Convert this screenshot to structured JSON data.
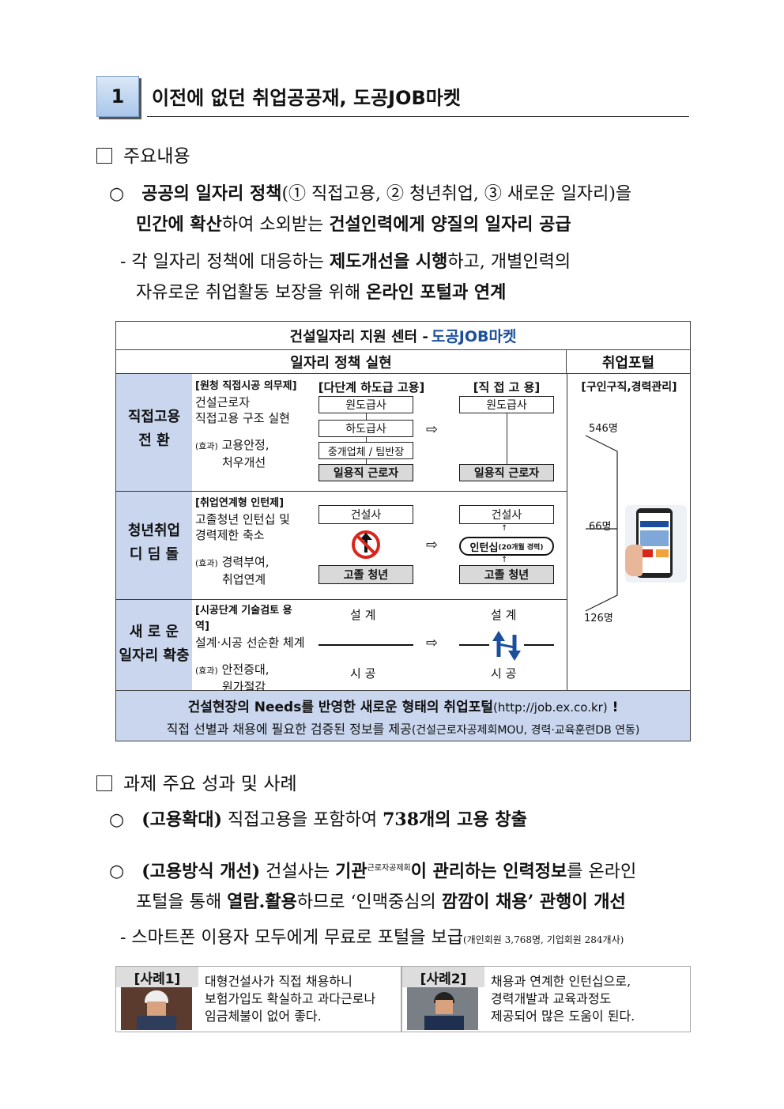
{
  "section": {
    "number": "1",
    "title": "이전에 없던 취업공공재, 도공JOB마켓"
  },
  "main_content": {
    "heading": "주요내용",
    "bullet1": {
      "line1_a": "공공의 일자리 정책",
      "line1_b": "(① 직접고용, ② 청년취업, ③ 새로운 일자리)을",
      "line2_a": "민간에 확산",
      "line2_b": "하여 소외받는 ",
      "line2_c": "건설인력에게 양질의 일자리 공급"
    },
    "sub1": {
      "line1_a": "- 각 일자리 정책에 대응하는 ",
      "line1_b": "제도개선을 시행",
      "line1_c": "하고, 개별인력의",
      "line2_a": "자유로운 취업활동 보장을 위해 ",
      "line2_b": "온라인 포털과 연계"
    }
  },
  "table": {
    "title_a": "건설일자리 지원 센터 - ",
    "title_logo": "도공JOB마켓",
    "col_policy": "일자리 정책 실현",
    "col_portal": "취업포털",
    "portal_sub": "[구인구직,경력관리]",
    "rows": [
      {
        "label1": "직접고용",
        "label2": "전   환",
        "tag": "[원청 직접시공 의무제]",
        "desc1": "건설근로자",
        "desc2": "직접고용 구조 실현",
        "effect_tag": "(효과)",
        "effect1": "고용안정,",
        "effect2": "처우개선",
        "left_head": "[다단계 하도급 고용]",
        "right_head": "[직 접 고 용]",
        "box_a": "원도급사",
        "box_b": "하도급사",
        "box_c": "중개업체 / 팀반장",
        "box_d": "일용직 근로자",
        "box_r1": "원도급사",
        "box_r2": "일용직 근로자",
        "count": "546명"
      },
      {
        "label1": "청년취업",
        "label2": "디 딤 돌",
        "tag": "[취업연계형 인턴제]",
        "desc1": "고졸청년 인턴십 및",
        "desc2": "경력제한 축소",
        "effect_tag": "(효과)",
        "effect1": "경력부여,",
        "effect2": "취업연계",
        "box_a": "건설사",
        "box_b": "고졸 청년",
        "box_r1": "건설사",
        "intern": "인턴십",
        "intern_sub": "(20개월 경력)",
        "box_r2": "고졸 청년",
        "count": "66명"
      },
      {
        "label1": "새 로 운",
        "label2": "일자리 확충",
        "tag": "[시공단계 기술검토 용역]",
        "desc1": "설계·시공 선순환 체계",
        "effect_tag": "(효과)",
        "effect1": "안전증대,",
        "effect2": "원가절감",
        "top_l": "설 계",
        "bot_l": "시 공",
        "top_r": "설 계",
        "bot_r": "시 공",
        "count": "126명"
      }
    ],
    "footer1_a": "건설현장의 Needs를 반영한 새로운 형태의 취업포털",
    "footer1_b": "(http://job.ex.co.kr)",
    "footer1_c": " !",
    "footer2_a": "직접 선별과 채용에 필요한 검증된 정보를 제공",
    "footer2_b": "(건설근로자공제회MOU, 경력·교육훈련DB 연동)",
    "arrow": "⇨"
  },
  "results": {
    "heading": "과제 주요 성과 및 사례",
    "b1_a": "(고용확대)",
    "b1_b": " 직접고용을 포함하여 ",
    "b1_c": "738개의 고용 창출",
    "b2_a": "(고용방식 개선)",
    "b2_b": " 건설사는 ",
    "b2_c": "기관",
    "b2_sup": "근로자공제회",
    "b2_d": "이 관리하는 인력정보",
    "b2_e": "를 온라인",
    "b2_f": "포털을 통해 ",
    "b2_g": "열람.활용",
    "b2_h": "하므로 ‘인맥중심의 ",
    "b2_i": "깜깜이 채용’ 관행이 개선",
    "s1_a": "- 스마트폰 이용자 모두에게 무료로 포털을 보급",
    "s1_b": "(개인회원 3,768명, 기업회원 284개사)"
  },
  "cases": [
    {
      "tag": "[사례1]",
      "line1": "대형건설사가 직접 채용하니",
      "line2": "보험가입도 확실하고 과다근로나",
      "line3": "임금체불이 없어 좋다."
    },
    {
      "tag": "[사례2]",
      "line1": "채용과 연계한 인턴십으로,",
      "line2": "경력개발과 교육과정도",
      "line3": "제공되어 많은 도움이 된다."
    }
  ],
  "colors": {
    "accent_blue": "#c9d6ee",
    "logo_red": "#d9261c",
    "logo_blue": "#1b4f9c"
  }
}
